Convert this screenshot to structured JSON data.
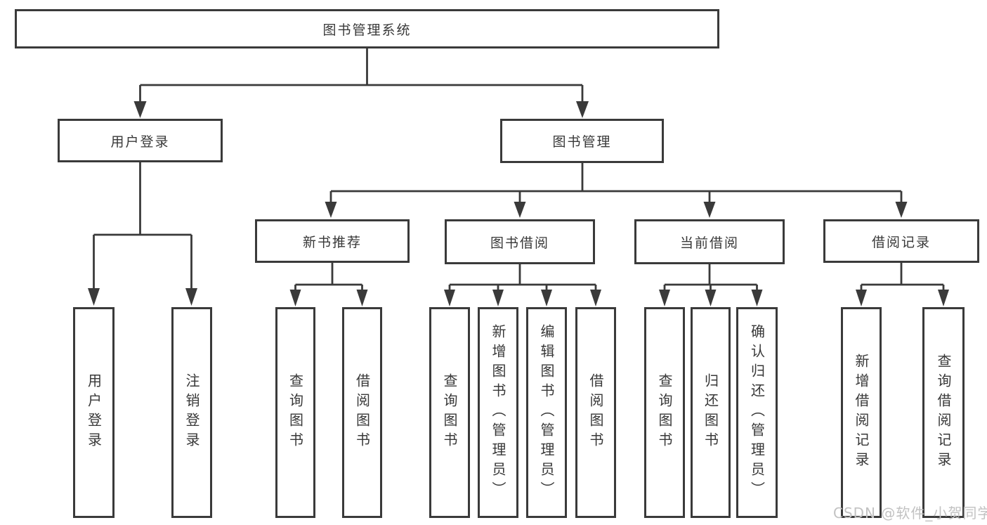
{
  "colors": {
    "line": "#3a3a3a",
    "text": "#383838",
    "watermark": "#c2c2c2",
    "background": "#ffffff"
  },
  "watermark": "CSDN @软件_小贺同学",
  "tree": {
    "root": "图书管理系统",
    "branches": [
      {
        "label": "用户登录",
        "leaves": [
          "用户登录",
          "注销登录"
        ]
      },
      {
        "label": "图书管理",
        "sections": [
          {
            "label": "新书推荐",
            "leaves": [
              "查询图书",
              "借阅图书"
            ]
          },
          {
            "label": "图书借阅",
            "leaves": [
              "查询图书",
              "新增图书（管理员）",
              "编辑图书（管理员）",
              "借阅图书"
            ]
          },
          {
            "label": "当前借阅",
            "leaves": [
              "查询图书",
              "归还图书",
              "确认归还（管理员）"
            ]
          },
          {
            "label": "借阅记录",
            "leaves": [
              "新增借阅记录",
              "查询借阅记录"
            ]
          }
        ]
      }
    ]
  }
}
